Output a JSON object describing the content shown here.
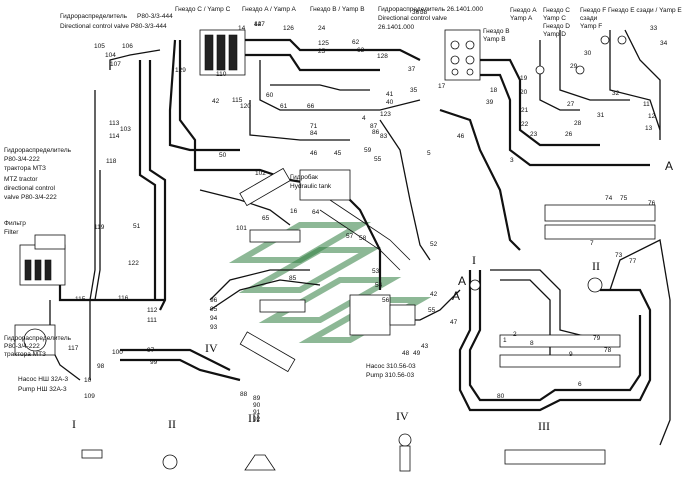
{
  "labels": {
    "p80_444_ru": "Гидрораспределитель",
    "p80_444_ru2": "Р80-3/3-444",
    "p80_444_en": "Directional control valve P80-3/3-444",
    "p80_222_ru1": "Гидрораспределитель",
    "p80_222_ru2": "Р80-3/4-222",
    "p80_222_ru3": "трактора МТЗ",
    "p80_222_en1": "MTZ tractor",
    "p80_222_en2": "directional control",
    "p80_222_en3": "valve P80-3/4-222",
    "dcv_26_ru": "Гидрораспределитель 26.1401.000",
    "dcv_26_en1": "Directional control valve",
    "dcv_26_en2": "26.1401.000",
    "filter_ru": "Фильтр",
    "filter_en": "Filter",
    "tank_ru": "Гидробак",
    "tank_en": "Hydraulic tank",
    "pump_nsh_ru": "Насос НШ 32А-3",
    "pump_nsh_en": "Pump НШ 32А-3",
    "pump_310_ru": "Насос 310.56-03",
    "pump_310_en": "Pump 310.56-03",
    "socket_c": "Гнездо C / Yamp C",
    "socket_a_top": "Гнездо A / Yamp A",
    "socket_b_top": "Гнездо B / Yamp B",
    "socket_a_r1": "Гнездо A",
    "socket_a_r2": "Yamp A",
    "socket_b_r1": "Гнездо B",
    "socket_b_r2": "Yamp B",
    "socket_c_r1": "Гнездо C",
    "socket_c_r2": "Yamp C",
    "socket_d_r1": "Гнездо D",
    "socket_d_r2": "Yamp D",
    "socket_f_r1": "Гнездо F",
    "socket_f_r2": "сзади",
    "socket_f_r3": "Yamp F",
    "socket_e": "Гнездо E сзади / Yamp E",
    "view_A1": "A",
    "view_A2": "A",
    "view_A3": "A",
    "roman_I": "I",
    "roman_II": "II",
    "roman_III": "III",
    "roman_IV": "IV",
    "roman_I_b": "I",
    "roman_II_b": "II",
    "roman_III_b": "III",
    "roman_IV_b": "IV",
    "roman_IV_c": "IV",
    "roman_III_c": "III",
    "roman_I_c": "I",
    "roman_II_c": "II"
  },
  "numbers": [
    "127",
    "14",
    "126",
    "24",
    "125",
    "25",
    "62",
    "63",
    "128",
    "36",
    "38",
    "37",
    "41",
    "40",
    "120",
    "17",
    "35",
    "105",
    "106",
    "107",
    "104",
    "103",
    "42",
    "115",
    "129",
    "110",
    "60",
    "66",
    "61",
    "4",
    "5",
    "123",
    "71",
    "84",
    "86",
    "87",
    "83",
    "39",
    "46",
    "45",
    "59",
    "55",
    "50",
    "113",
    "114",
    "118",
    "102",
    "16",
    "65",
    "64",
    "46",
    "3",
    "101",
    "119",
    "51",
    "122",
    "116",
    "115",
    "117",
    "112",
    "111",
    "96",
    "95",
    "94",
    "93",
    "85",
    "58",
    "57",
    "53",
    "52",
    "56",
    "54",
    "47",
    "48",
    "49",
    "43",
    "55",
    "42",
    "100",
    "97",
    "10",
    "98",
    "109",
    "99",
    "88",
    "89",
    "90",
    "91",
    "92",
    "1",
    "2",
    "7",
    "6",
    "9",
    "8",
    "79",
    "80",
    "77",
    "76",
    "75",
    "74",
    "78",
    "73",
    "11",
    "12",
    "13",
    "18",
    "19",
    "20",
    "21",
    "22",
    "23",
    "26",
    "27",
    "28",
    "29",
    "30",
    "31",
    "32",
    "33",
    "34",
    "44"
  ]
}
